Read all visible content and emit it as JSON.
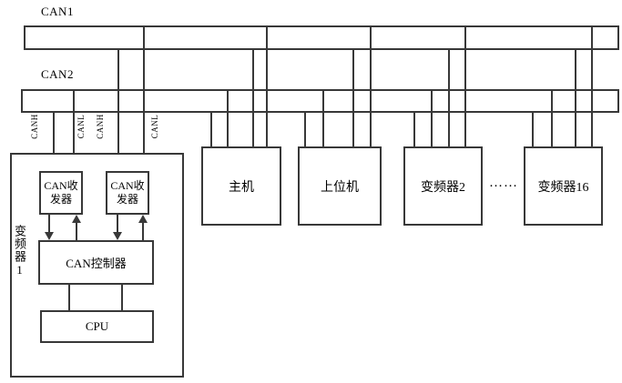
{
  "buses": [
    {
      "label": "CAN1"
    },
    {
      "label": "CAN2"
    }
  ],
  "wire_labels": {
    "w1": "CANH",
    "w2": "CANL",
    "w3": "CANH",
    "w4": "CANL"
  },
  "inverter1": {
    "name": "变频器1",
    "transceiver1_line1": "CAN收",
    "transceiver1_line2": "发器",
    "transceiver2_line1": "CAN收",
    "transceiver2_line2": "发器",
    "controller": "CAN控制器",
    "cpu": "CPU"
  },
  "devices": [
    {
      "label": "主机"
    },
    {
      "label": "上位机"
    },
    {
      "label": "变频器2"
    },
    {
      "label": "变频器16"
    }
  ],
  "ellipsis": "……",
  "colors": {
    "line": "#383838",
    "background": "#ffffff",
    "text": "#000000"
  }
}
